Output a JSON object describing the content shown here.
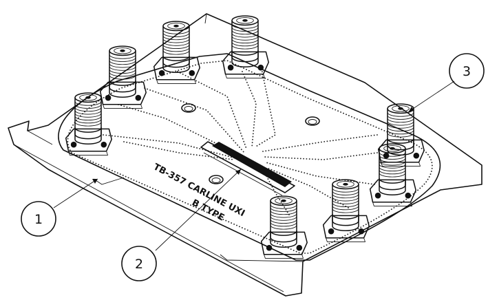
{
  "diagram": {
    "board_label_line1": "TB-357 CARLINE UXI",
    "board_label_line2": "B TYPE",
    "callouts": [
      {
        "id": "1",
        "label": "1"
      },
      {
        "id": "2",
        "label": "2"
      },
      {
        "id": "3",
        "label": "3"
      }
    ],
    "connector_count": 8,
    "colors": {
      "line": "#111111",
      "background": "#ffffff"
    }
  }
}
